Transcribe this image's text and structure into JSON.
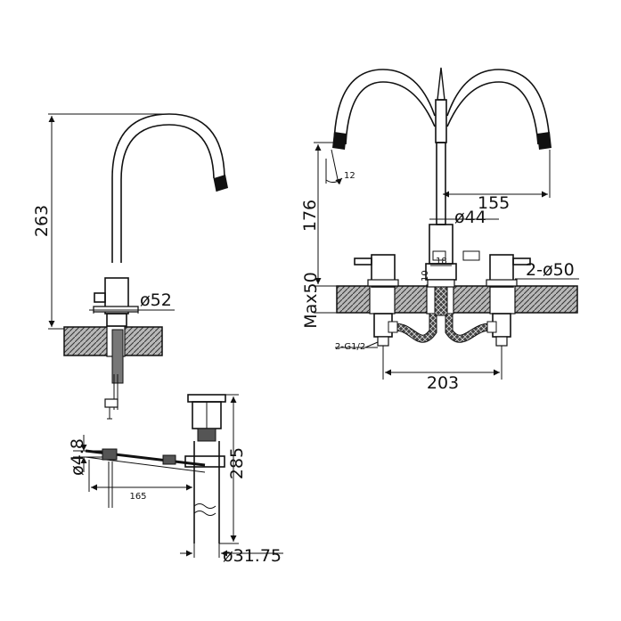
{
  "dimensions": {
    "side_height": "263",
    "base_dia": "ø52",
    "pipe_dia": "ø4.8",
    "drain_len": "165",
    "drain_height": "285",
    "drain_dia": "ø31.75",
    "spout_angle": "12",
    "spout_reach": "155",
    "front_height": "176",
    "body_dia": "ø44",
    "small_18": "18",
    "small_10": "10",
    "handle_dia": "2-ø50",
    "deck_max": "Max50",
    "thread": "2-G1/2",
    "spread": "203"
  }
}
